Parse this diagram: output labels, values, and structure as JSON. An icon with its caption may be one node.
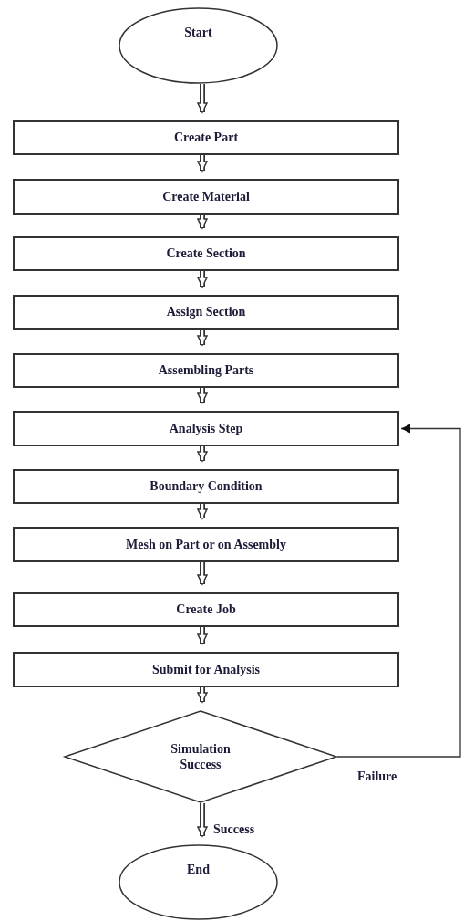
{
  "diagram": {
    "nodes": [
      {
        "text": [
          "Start"
        ]
      },
      {
        "text": [
          "Create Part"
        ]
      },
      {
        "text": [
          "Create Material"
        ]
      },
      {
        "text": [
          "Create Section"
        ]
      },
      {
        "text": [
          "Assign Section"
        ]
      },
      {
        "text": [
          "Assembling Parts"
        ]
      },
      {
        "text": [
          "Analysis Step"
        ]
      },
      {
        "text": [
          "Boundary Condition"
        ]
      },
      {
        "text": [
          "Mesh on Part or on Assembly"
        ]
      },
      {
        "text": [
          "Create Job"
        ]
      },
      {
        "text": [
          "Submit for Analysis"
        ]
      },
      {
        "text": [
          "Simulation Success"
        ]
      },
      {
        "text": [
          "End"
        ]
      }
    ],
    "edges": [
      {
        "from": 0,
        "to": 1,
        "arrow": "to"
      },
      {
        "from": 1,
        "to": 2,
        "arrow": "to"
      },
      {
        "from": 2,
        "to": 3,
        "arrow": "to"
      },
      {
        "from": 3,
        "to": 4,
        "arrow": "to"
      },
      {
        "from": 4,
        "to": 5,
        "arrow": "to"
      },
      {
        "from": 5,
        "to": 6,
        "arrow": "to"
      },
      {
        "from": 6,
        "to": 7,
        "arrow": "to"
      },
      {
        "from": 7,
        "to": 8,
        "arrow": "to"
      },
      {
        "from": 8,
        "to": 9,
        "arrow": "to"
      },
      {
        "from": 9,
        "to": 10,
        "arrow": "to"
      },
      {
        "from": 10,
        "to": 11,
        "arrow": "to"
      },
      {
        "from": 11,
        "to": 6,
        "arrow": "to",
        "label": "Failure"
      },
      {
        "from": 11,
        "to": 12,
        "arrow": "to",
        "label": "Success"
      }
    ]
  }
}
